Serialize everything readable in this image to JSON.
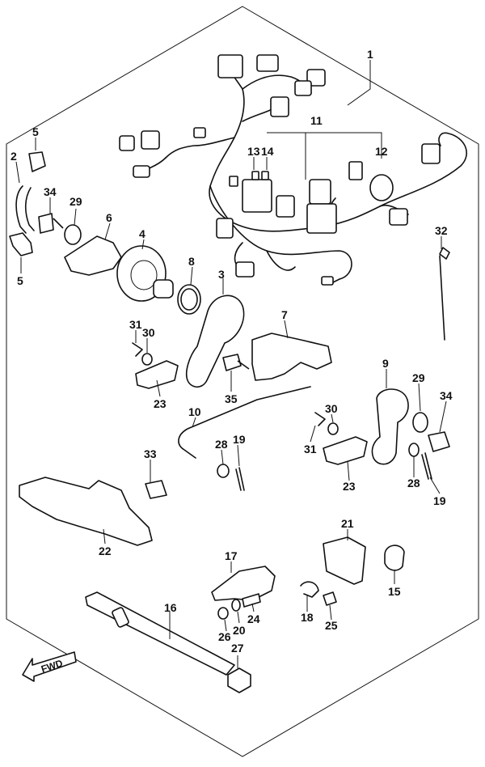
{
  "fwd_label": "FWD",
  "callouts": [
    "1",
    "2",
    "3",
    "4",
    "5",
    "5",
    "6",
    "7",
    "8",
    "9",
    "10",
    "11",
    "12",
    "13",
    "14",
    "15",
    "16",
    "17",
    "18",
    "19",
    "19",
    "20",
    "21",
    "22",
    "23",
    "23",
    "24",
    "25",
    "26",
    "27",
    "28",
    "28",
    "29",
    "29",
    "30",
    "30",
    "31",
    "31",
    "32",
    "33",
    "34",
    "34",
    "35"
  ]
}
